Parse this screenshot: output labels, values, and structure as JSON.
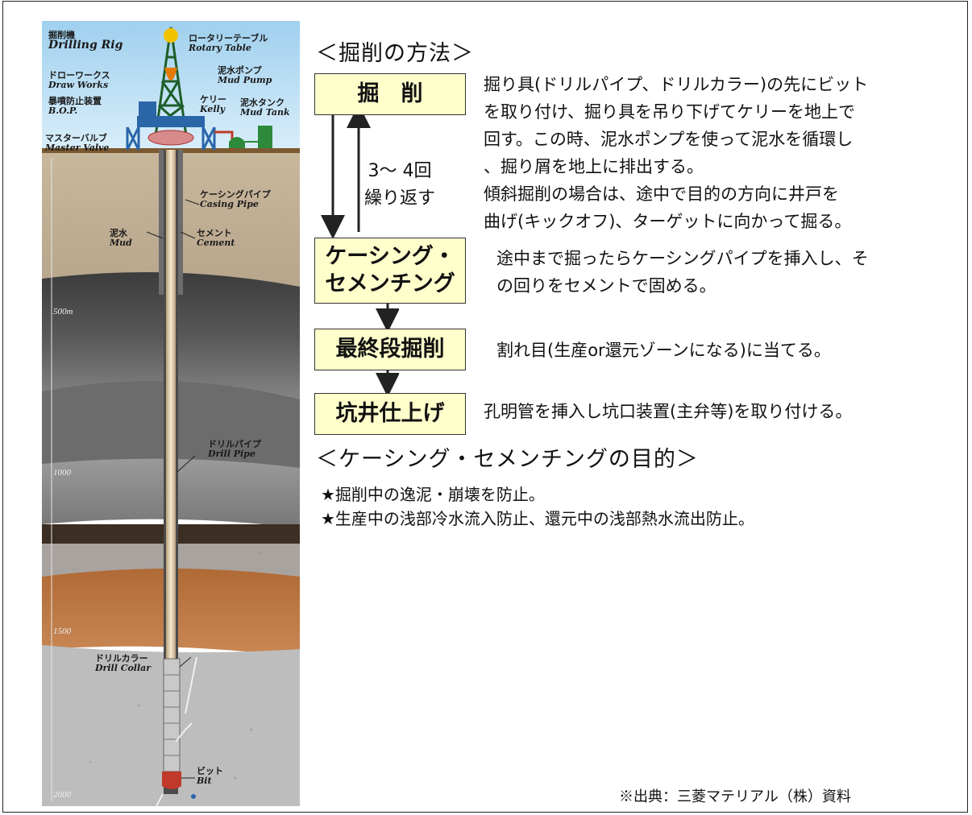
{
  "rig_labels": {
    "rig_jp": "掘削機",
    "rig_en": "Drilling Rig",
    "rotary_jp": "ロータリーテーブル",
    "rotary_en": "Rotary Table",
    "pump_jp": "泥水ポンプ",
    "pump_en": "Mud Pump",
    "drawworks_jp": "ドローワークス",
    "drawworks_en": "Draw Works",
    "bop_jp": "暴噴防止装置",
    "bop_en": "B.O.P.",
    "kelly_jp": "ケリー",
    "kelly_en": "Kelly",
    "tank_jp": "泥水タンク",
    "tank_en": "Mud Tank",
    "valve_jp": "マスターバルブ",
    "valve_en": "Master Valve",
    "casing_jp": "ケーシングパイプ",
    "casing_en": "Casing Pipe",
    "mud_jp": "泥水",
    "mud_en": "Mud",
    "cement_jp": "セメント",
    "cement_en": "Cement",
    "pipe_jp": "ドリルパイプ",
    "pipe_en": "Drill Pipe",
    "collar_jp": "ドリルカラー",
    "collar_en": "Drill Collar",
    "bit_jp": "ビット",
    "bit_en": "Bit"
  },
  "depth_marks": [
    "500m",
    "1000",
    "1500",
    "2000"
  ],
  "method": {
    "heading": "＜掘削の方法＞",
    "repeat_label": "3～ 4回\n繰り返す",
    "steps": [
      {
        "box": "掘　削",
        "lines": [
          "掘り具(ドリルパイプ、ドリルカラー)の先にビット",
          "を取り付け、掘り具を吊り下げてケリーを地上で",
          "回す。この時、泥水ポンプを使って泥水を循環し",
          "、掘り屑を地上に排出する。",
          "傾斜掘削の場合は、途中で目的の方向に井戸を",
          "曲げ(キックオフ)、ターゲットに向かって掘る。"
        ]
      },
      {
        "box": "ケーシング・\nセメンチング",
        "lines": [
          "途中まで掘ったらケーシングパイプを挿入し、そ",
          "の回りをセメントで固める。"
        ]
      },
      {
        "box": "最終段掘削",
        "lines": [
          "割れ目(生産or還元ゾーンになる)に当てる。"
        ]
      },
      {
        "box": "坑井仕上げ",
        "lines": [
          "孔明管を挿入し坑口装置(主弁等)を取り付ける。"
        ]
      }
    ]
  },
  "purpose": {
    "heading": "＜ケーシング・セメンチングの目的＞",
    "bullets": [
      "★掘削中の逸泥・崩壊を防止。",
      "★生産中の浅部冷水流入防止、還元中の浅部熱水流出防止。"
    ]
  },
  "source": "※出典：三菱マテリアル（株）資料"
}
